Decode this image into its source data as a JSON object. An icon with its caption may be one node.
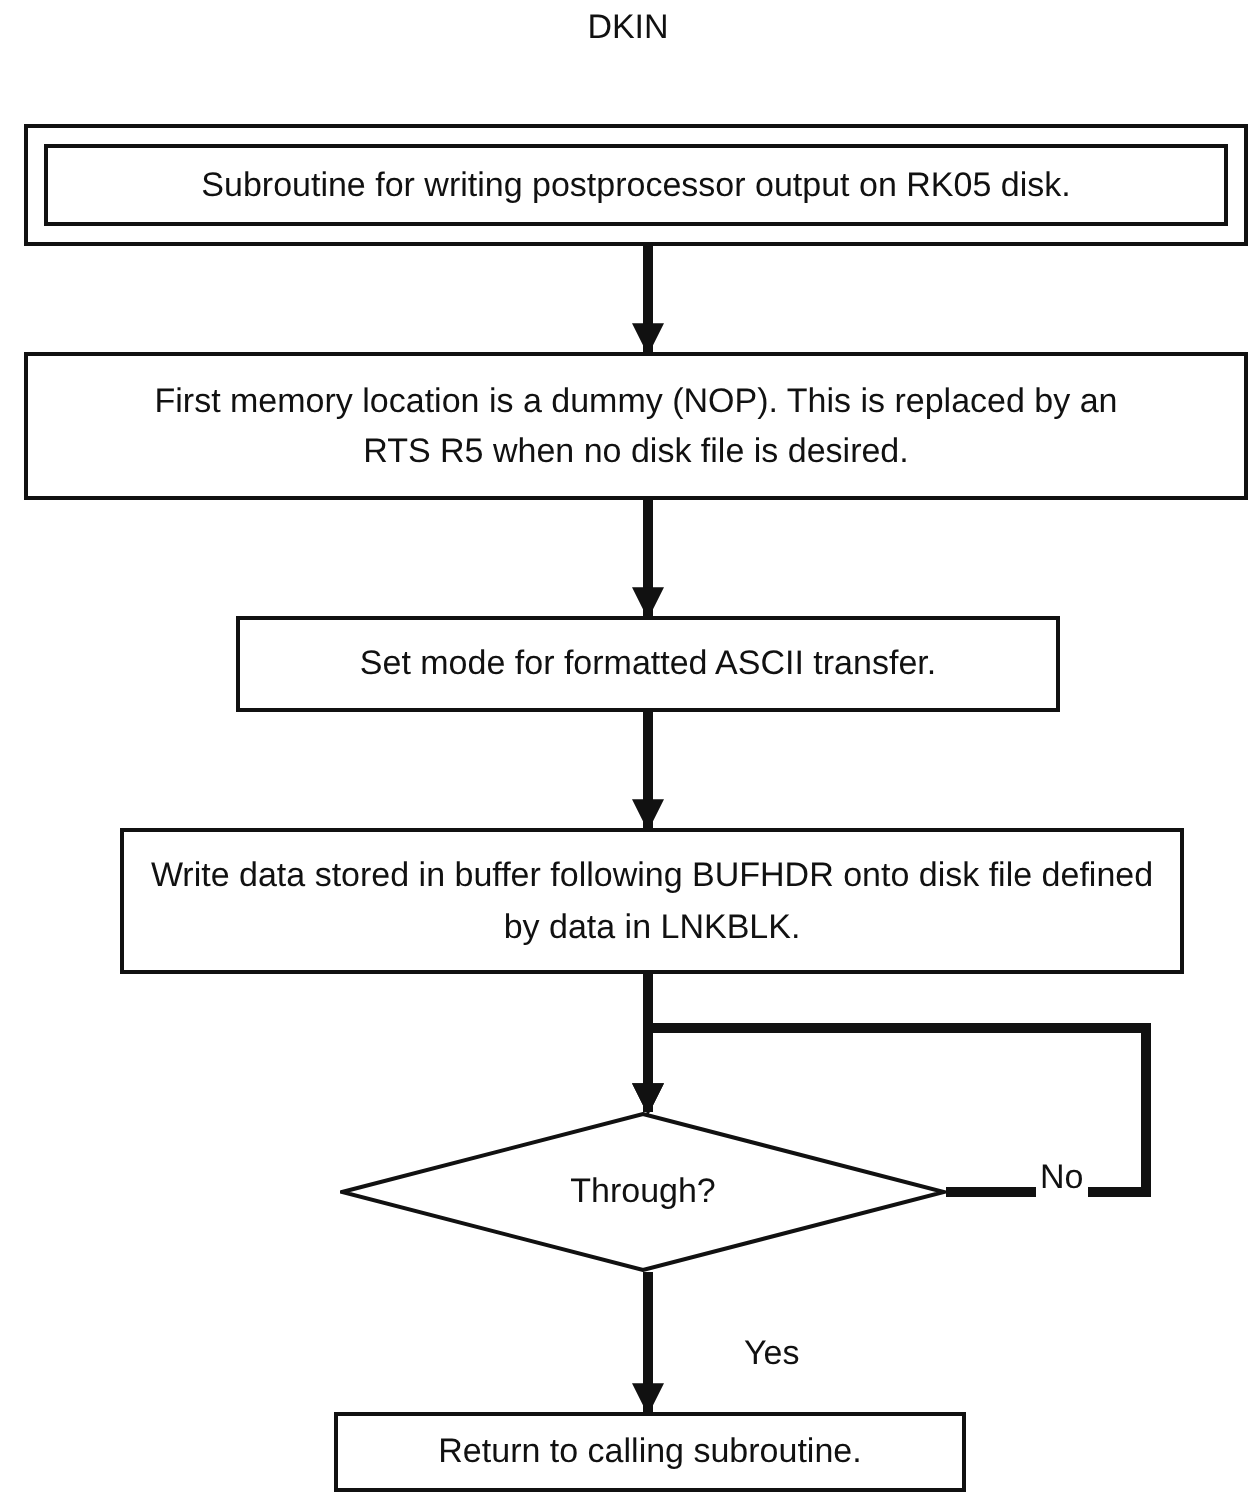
{
  "diagram": {
    "title": "DKIN",
    "nodes": [
      {
        "text": [
          "Subroutine for writing postprocessor output on RK05 disk."
        ]
      },
      {
        "text": [
          "First memory location is a dummy (NOP).  This is replaced by an RTS R5 when no disk file is desired."
        ]
      },
      {
        "text": [
          "Set mode for formatted ASCII transfer."
        ]
      },
      {
        "text": [
          "Write data stored in buffer following BUFHDR onto disk file defined by data in LNKBLK."
        ]
      },
      {
        "text": [
          "Through?"
        ]
      },
      {
        "text": [
          "Return to calling subroutine."
        ]
      }
    ],
    "edges": [
      {
        "from": 0,
        "to": 1,
        "arrow": "to"
      },
      {
        "from": 1,
        "to": 2,
        "arrow": "to"
      },
      {
        "from": 2,
        "to": 3,
        "arrow": "to"
      },
      {
        "from": 3,
        "to": 4,
        "arrow": "to"
      },
      {
        "from": 4,
        "to": 4,
        "arrow": "to",
        "label": "No"
      },
      {
        "from": 4,
        "to": 5,
        "arrow": "to",
        "label": "Yes"
      }
    ]
  }
}
